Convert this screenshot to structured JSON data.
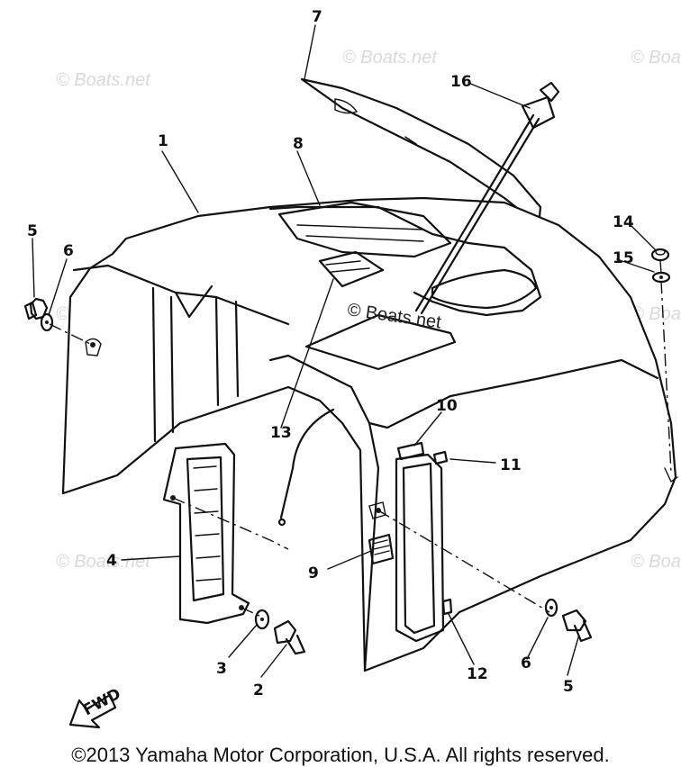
{
  "diagram": {
    "watermark_text": "© Boats.net",
    "center_watermark_text": "© Boats.net",
    "fwd_label": "FWD",
    "copyright": "©2013 Yamaha Motor Corporation, U.S.A. All rights reserved.",
    "parts": {
      "p1": "1",
      "p2": "2",
      "p3": "3",
      "p4": "4",
      "p5a": "5",
      "p5b": "5",
      "p6a": "6",
      "p6b": "6",
      "p7": "7",
      "p8": "8",
      "p9": "9",
      "p10": "10",
      "p11": "11",
      "p12": "12",
      "p13": "13",
      "p14": "14",
      "p15": "15",
      "p16": "16"
    }
  }
}
